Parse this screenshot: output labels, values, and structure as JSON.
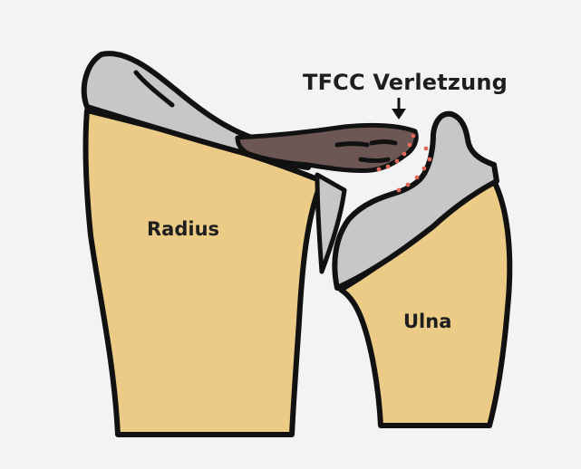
{
  "diagram": {
    "injury_label": "TFCC Verletzung",
    "radius_label": "Radius",
    "ulna_label": "Ulna"
  },
  "colors": {
    "background": "#f3f3f3",
    "bone": "#eccb86",
    "cartilage": "#c7c7c9",
    "tfcc_ligament": "#6d5754",
    "tear_dots": "#e0685a",
    "outline": "#111111"
  }
}
